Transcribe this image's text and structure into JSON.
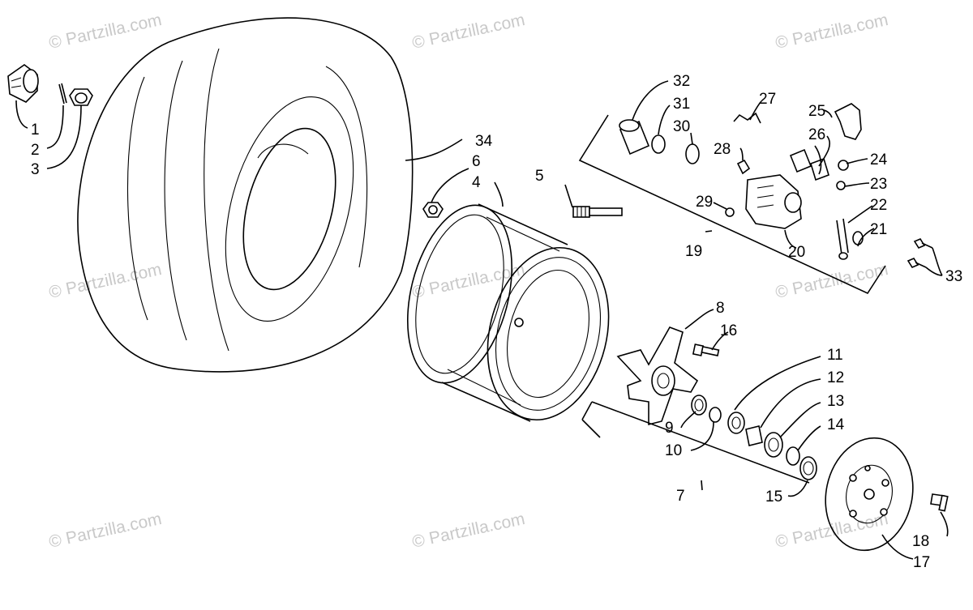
{
  "diagram": {
    "watermark_text": "© Partzilla.com",
    "callouts": {
      "p1": "1",
      "p2": "2",
      "p3": "3",
      "p4": "4",
      "p5": "5",
      "p6": "6",
      "p7": "7",
      "p8": "8",
      "p9": "9",
      "p10": "10",
      "p11": "11",
      "p12": "12",
      "p13": "13",
      "p14": "14",
      "p15": "15",
      "p16": "16",
      "p17": "17",
      "p18": "18",
      "p19": "19",
      "p20": "20",
      "p21": "21",
      "p22": "22",
      "p23": "23",
      "p24": "24",
      "p25": "25",
      "p26": "26",
      "p27": "27",
      "p28": "28",
      "p29": "29",
      "p30": "30",
      "p31": "31",
      "p32": "32",
      "p33": "33",
      "p34": "34"
    }
  }
}
